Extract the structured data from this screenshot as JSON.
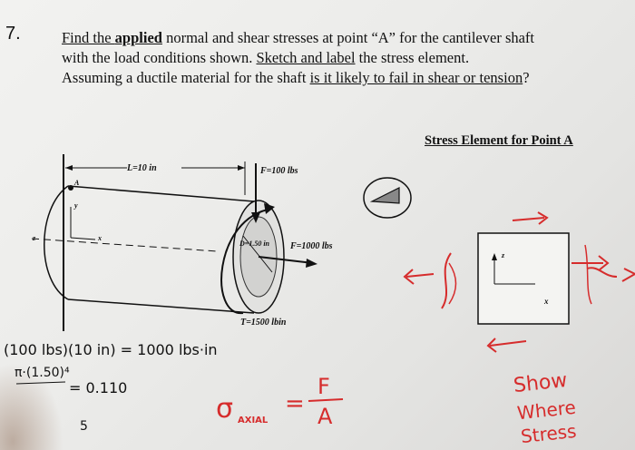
{
  "problem": {
    "number": "7.",
    "line1_a": "Find the ",
    "line1_b": "applied",
    "line1_c": " normal and shear stresses at point “A” for the cantilever shaft",
    "line2_a": "with the load conditions shown. ",
    "line2_b": "Sketch and label",
    "line2_c": " the stress element.",
    "line3_a": "Assuming a ductile material for the shaft ",
    "line3_b": "is it likely to fail in shear or tension",
    "line3_c": "?"
  },
  "stress_element": {
    "title": "Stress Element for Point A",
    "axis_z": "z",
    "axis_x": "x"
  },
  "diagram": {
    "length_label": "L=10 in",
    "point_label": "A",
    "y_label": "y",
    "z_label": "z",
    "x_label": "x",
    "force_vertical": "F=100 lbs",
    "diameter_label": "D=1.50 in",
    "force_axial": "F=1000 lbs",
    "torque_label": "T=1500 lbin"
  },
  "handwriting": {
    "moment_calc": "(100 lbs)(10 in) = 1000   lbs·in",
    "area_calc": "π·(1.50)⁴",
    "area_result": "= 0.110",
    "stray_mark": "5",
    "axial_sigma": "σ",
    "axial_sub": "AXIAL",
    "axial_eq": "=",
    "axial_num": "F",
    "axial_den": "A",
    "note_line1": "Show",
    "note_line2": "Where",
    "note_line3": "Stress"
  },
  "colors": {
    "ink": "#111111",
    "red_ink": "#d62c2c",
    "paper": "#ecebe9"
  }
}
